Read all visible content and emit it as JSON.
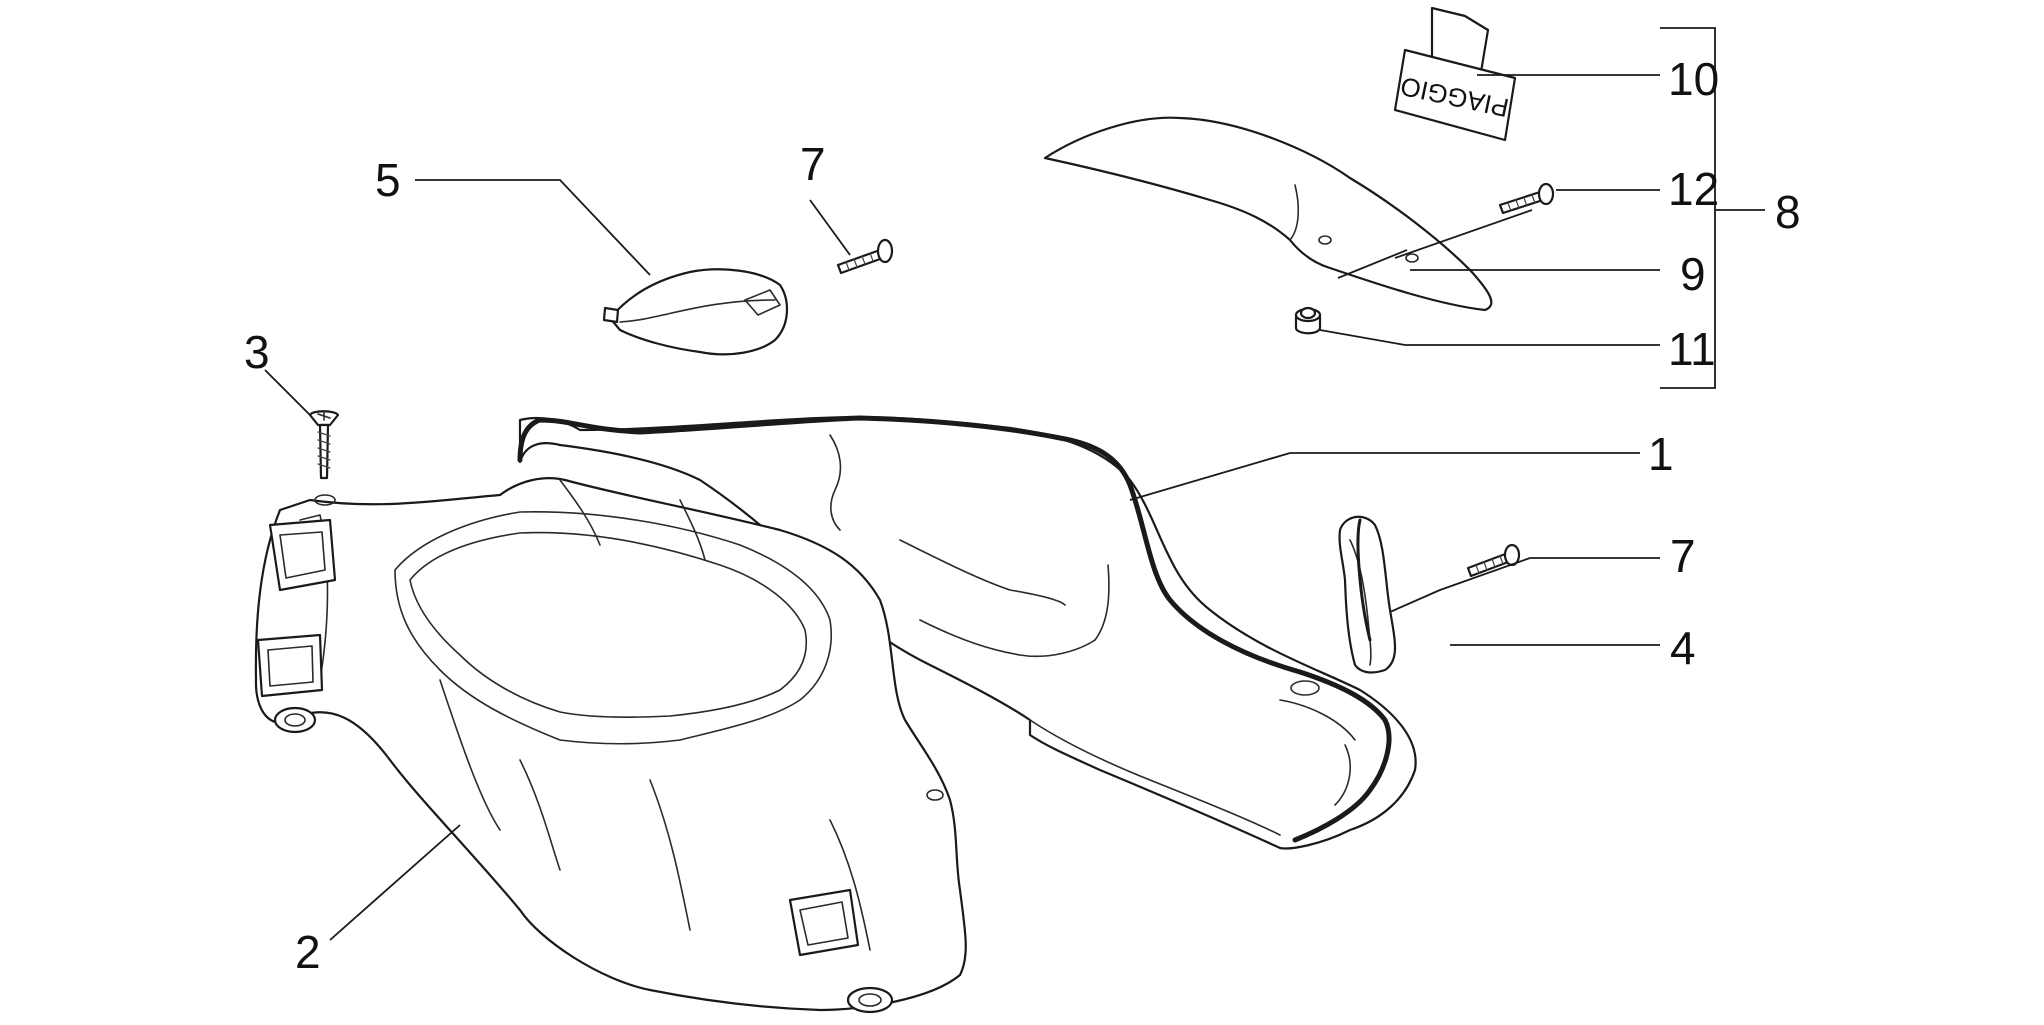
{
  "decal_text": "PIAGGIO",
  "callouts": [
    {
      "id": "10",
      "label": "10"
    },
    {
      "id": "12",
      "label": "12"
    },
    {
      "id": "8",
      "label": "8"
    },
    {
      "id": "9",
      "label": "9"
    },
    {
      "id": "11",
      "label": "11"
    },
    {
      "id": "1",
      "label": "1"
    },
    {
      "id": "7a",
      "label": "7"
    },
    {
      "id": "4",
      "label": "4"
    },
    {
      "id": "5",
      "label": "5"
    },
    {
      "id": "7b",
      "label": "7"
    },
    {
      "id": "3",
      "label": "3"
    },
    {
      "id": "2",
      "label": "2"
    }
  ]
}
